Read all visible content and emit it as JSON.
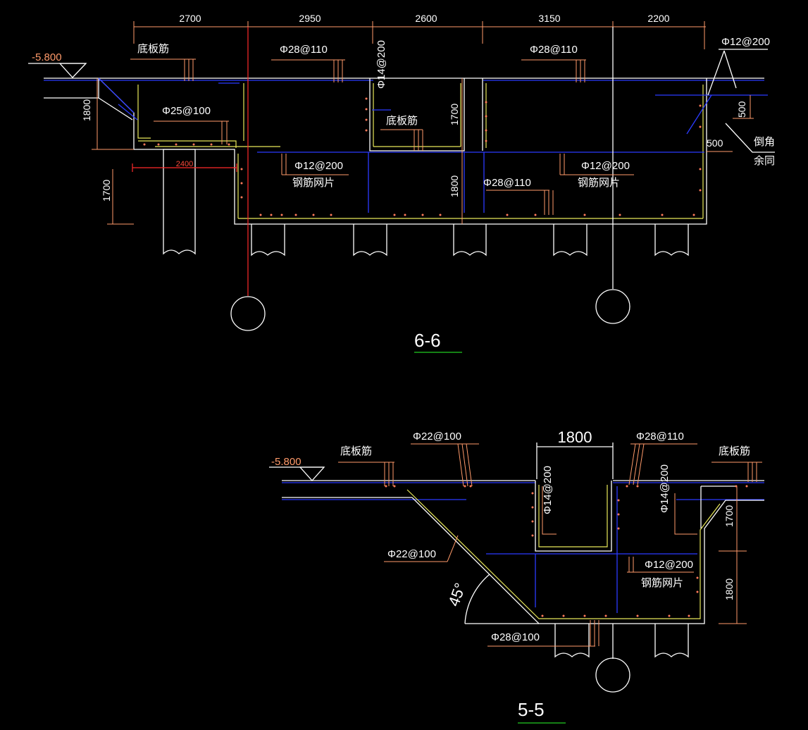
{
  "drawing": {
    "section_6_6": {
      "title": "6-6",
      "elevation": "-5.800",
      "dims_top": [
        "2700",
        "2950",
        "2600",
        "3150",
        "2200"
      ],
      "dim_1800_left": "1800",
      "dim_1700_left": "1700",
      "dim_2400": "2400",
      "dim_1700_mid": "1700",
      "dim_1800_mid": "1800",
      "dim_500_a": "500",
      "dim_500_b": "500",
      "labels": {
        "bottom_bar_left": "底板筋",
        "bar_28_110_a": "Φ28@110",
        "bar_14_200": "Φ14@200",
        "bar_28_110_b": "Φ28@110",
        "bar_12_200_top": "Φ12@200",
        "bar_25_100": "Φ25@100",
        "bottom_bar_mid": "底板筋",
        "bar_12_200_left": "Φ12@200",
        "mesh_left": "钢筋网片",
        "bar_28_110_c": "Φ28@110",
        "bar_12_200_right": "Φ12@200",
        "mesh_right": "钢筋网片",
        "chamfer": "倒角",
        "chamfer_same": "余同"
      }
    },
    "section_5_5": {
      "title": "5-5",
      "elevation": "-5.800",
      "dim_1800_top": "1800",
      "dim_1700": "1700",
      "dim_1800": "1800",
      "angle": "45°",
      "labels": {
        "bottom_bar_left": "底板筋",
        "bar_22_100_top": "Φ22@100",
        "bar_28_110": "Φ28@110",
        "bottom_bar_right": "底板筋",
        "bar_14_200_left": "Φ14@200",
        "bar_14_200_right": "Φ14@200",
        "bar_22_100_slope": "Φ22@100",
        "bar_12_200": "Φ12@200",
        "mesh": "钢筋网片",
        "bar_28_100": "Φ28@100"
      }
    }
  }
}
